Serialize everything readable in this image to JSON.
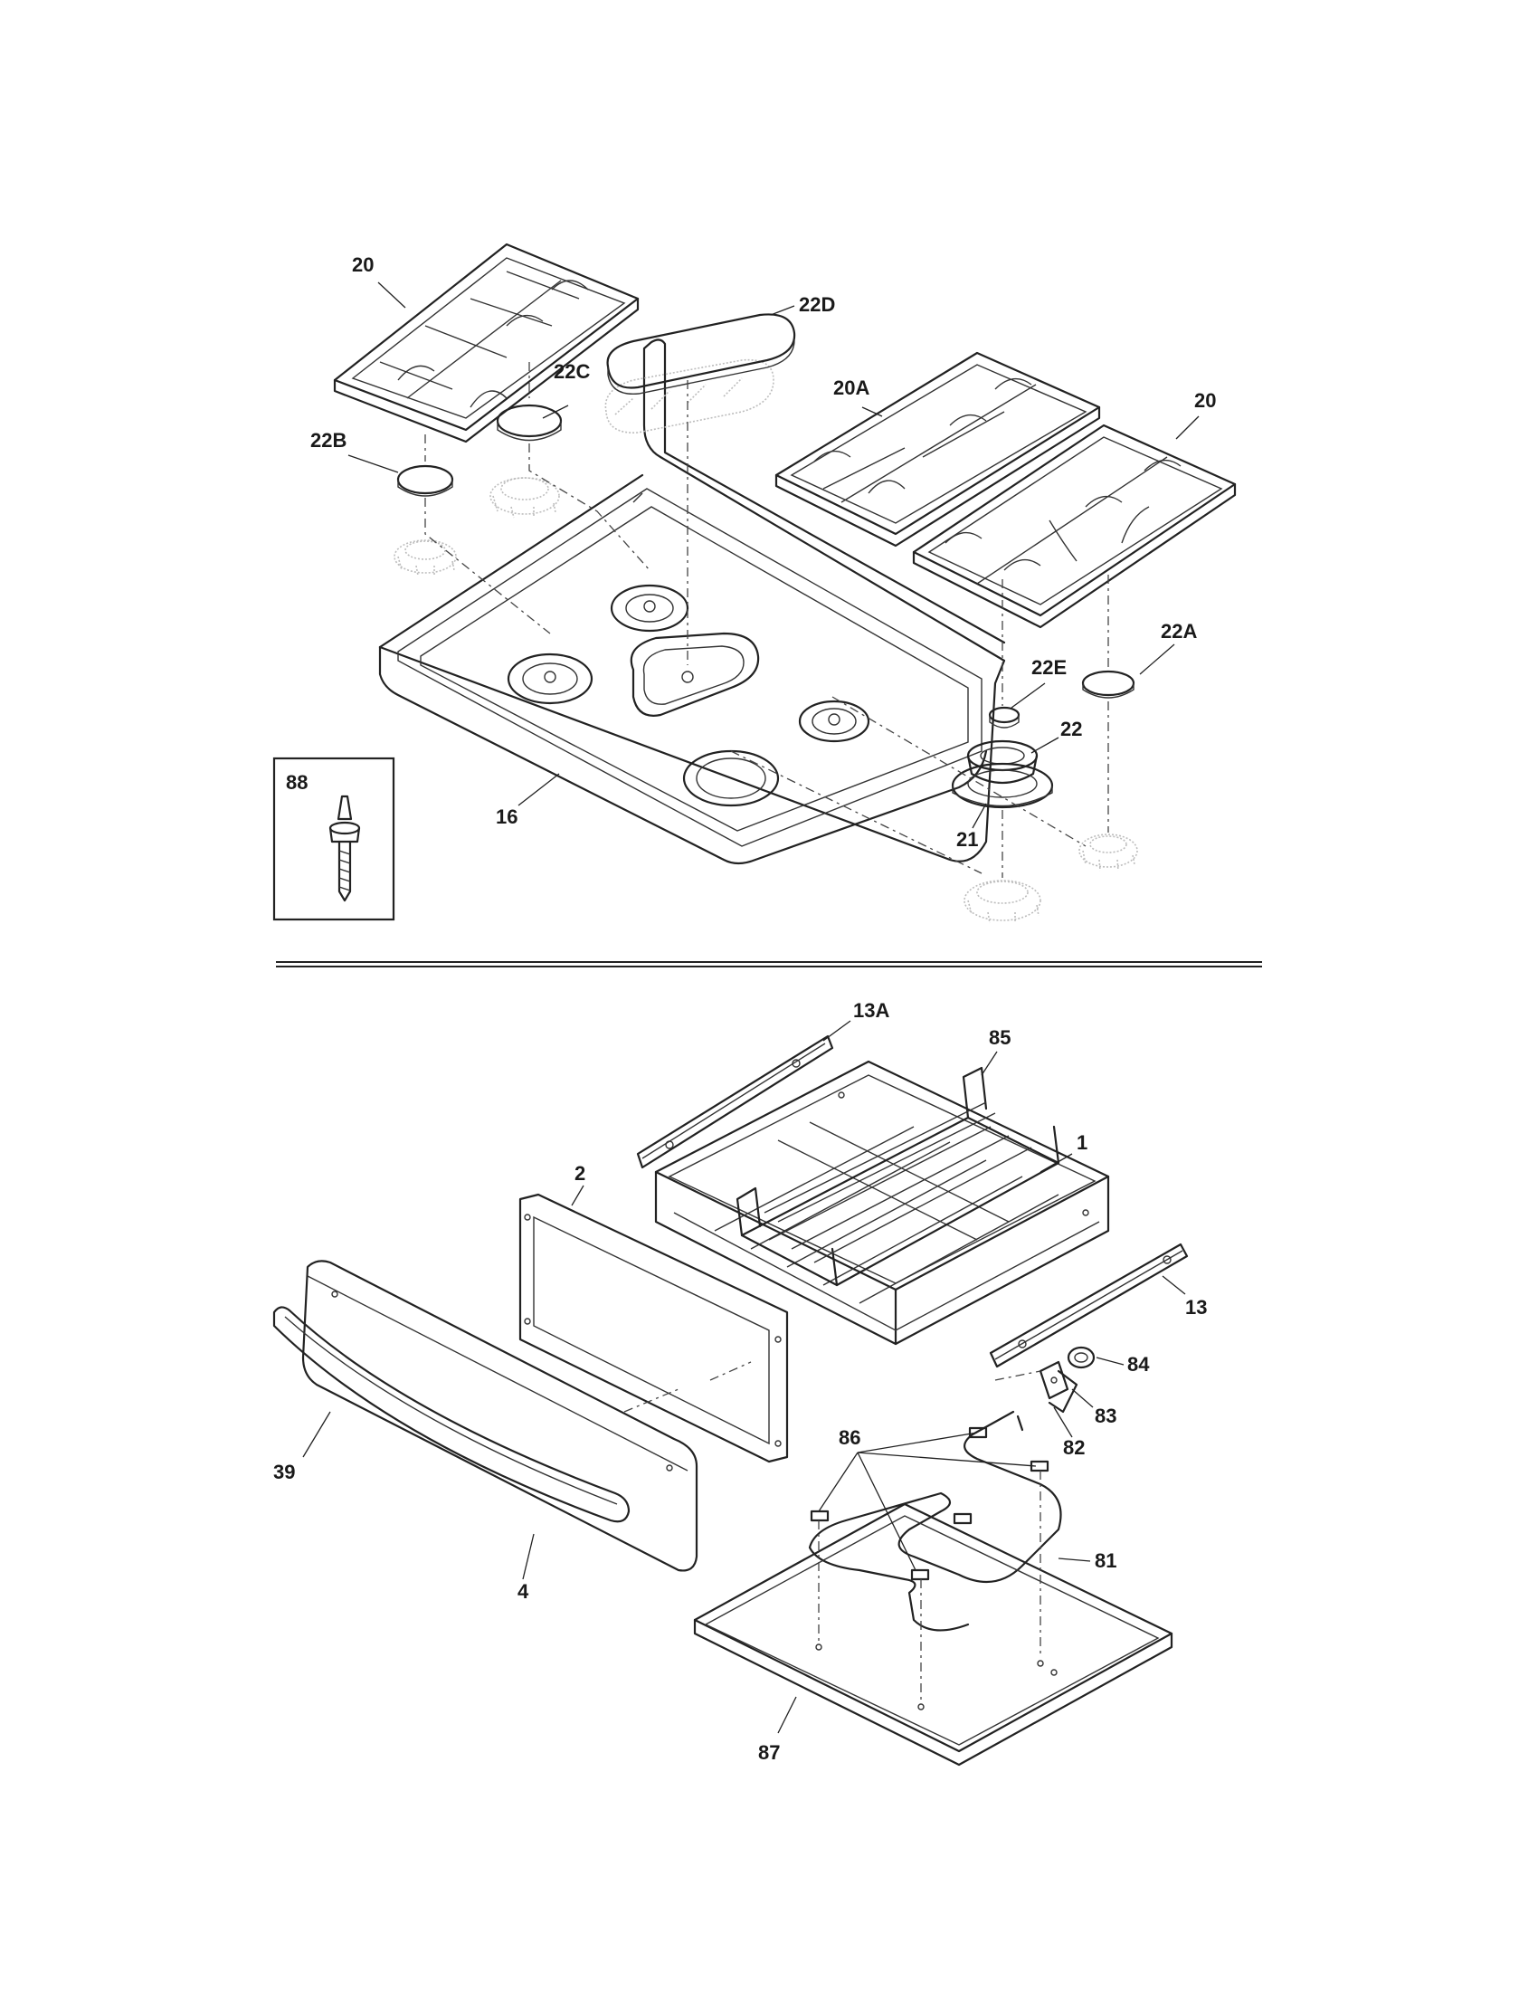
{
  "colors": {
    "line": "#222222",
    "ghost": "#bdbdbd",
    "background": "#ffffff"
  },
  "labels": {
    "grate_left": "20",
    "grate_right": "20",
    "grate_center": "20A",
    "cap_22d": "22D",
    "cap_22c": "22C",
    "cap_22b": "22B",
    "cap_22a": "22A",
    "cap_22e": "22E",
    "burner_22": "22",
    "burner_base_21": "21",
    "cooktop_16": "16",
    "screw_88": "88",
    "slide_13a": "13A",
    "rack_85": "85",
    "drawer_body_1": "1",
    "drawer_inner_2": "2",
    "slide_13": "13",
    "part_84": "84",
    "part_83": "83",
    "part_82": "82",
    "clips_86": "86",
    "element_81": "81",
    "handle_39": "39",
    "drawer_front_4": "4",
    "tray_87": "87"
  }
}
